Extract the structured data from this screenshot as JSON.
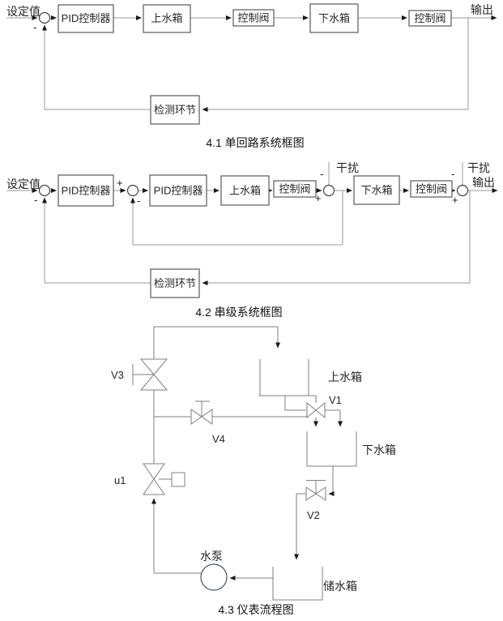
{
  "colors": {
    "block_line": "#9a9a9a",
    "flow_line": "#7f7f7f",
    "box_border": "#595959",
    "junction_border": "#404040",
    "pump_stroke": "#44546a",
    "arrowhead": "#1a1a1a",
    "text": "#262626",
    "background": "#ffffff"
  },
  "signs": {
    "plus": "+",
    "minus": "-"
  },
  "figure1": {
    "caption": "4.1 单回路系统框图",
    "setpoint": "设定值",
    "output": "输出",
    "pid": "PID控制器",
    "upper_tank": "上水箱",
    "control_valve_1": "控制阀",
    "lower_tank": "下水箱",
    "control_valve_2": "控制阀",
    "sensor": "检测环节"
  },
  "figure2": {
    "caption": "4.2 串级系统框图",
    "setpoint": "设定值",
    "output": "输出",
    "disturbance_1": "干扰",
    "disturbance_2": "干扰",
    "pid_1": "PID控制器",
    "pid_2": "PID控制器",
    "upper_tank": "上水箱",
    "control_valve_1": "控制阀",
    "lower_tank": "下水箱",
    "control_valve_2": "控制阀",
    "sensor": "检测环节"
  },
  "figure3": {
    "caption": "4.3 仪表流程图",
    "valve_v1": "V1",
    "valve_v2": "V2",
    "valve_v3": "V3",
    "valve_v4": "V4",
    "valve_u1": "u1",
    "upper_tank": "上水箱",
    "lower_tank": "下水箱",
    "storage_tank": "储水箱",
    "pump": "水泵"
  }
}
